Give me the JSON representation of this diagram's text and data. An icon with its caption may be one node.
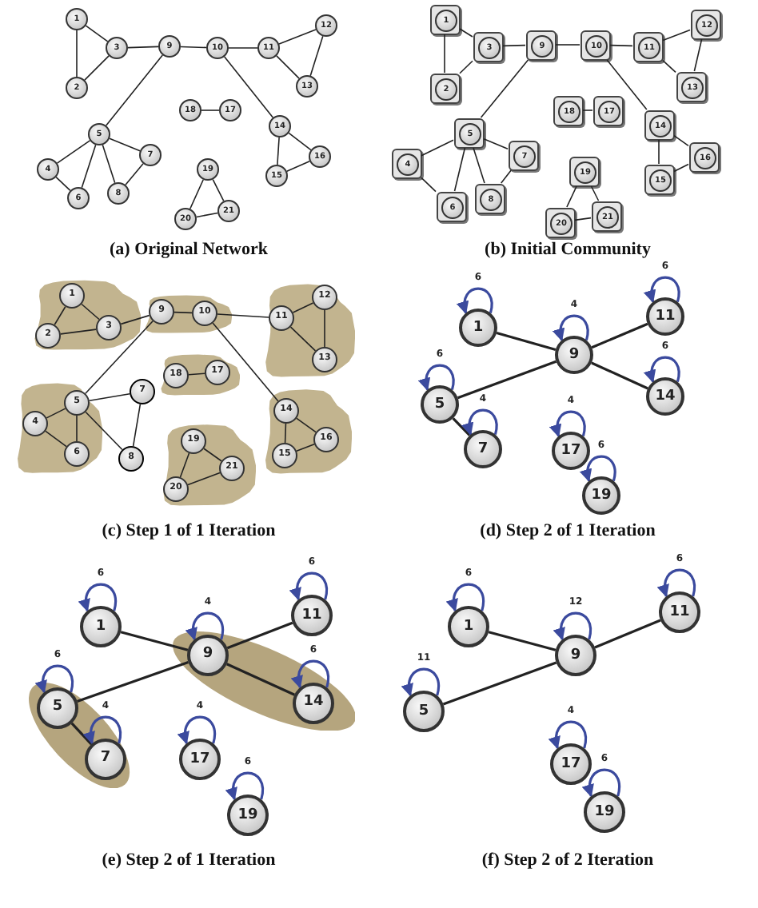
{
  "diagram": {
    "nodes": [
      {
        "text": [
          "1"
        ]
      },
      {
        "text": [
          "2"
        ]
      },
      {
        "text": [
          "3"
        ]
      },
      {
        "text": [
          "4"
        ]
      },
      {
        "text": [
          "5"
        ]
      },
      {
        "text": [
          "6"
        ]
      },
      {
        "text": [
          "7"
        ]
      },
      {
        "text": [
          "8"
        ]
      },
      {
        "text": [
          "9"
        ]
      },
      {
        "text": [
          "10"
        ]
      },
      {
        "text": [
          "11"
        ]
      },
      {
        "text": [
          "12"
        ]
      },
      {
        "text": [
          "13"
        ]
      },
      {
        "text": [
          "14"
        ]
      },
      {
        "text": [
          "15"
        ]
      },
      {
        "text": [
          "16"
        ]
      },
      {
        "text": [
          "17"
        ]
      },
      {
        "text": [
          "18"
        ]
      },
      {
        "text": [
          "19"
        ]
      },
      {
        "text": [
          "20"
        ]
      },
      {
        "text": [
          "21"
        ]
      },
      {
        "text": [],
        "shape": "box"
      },
      {
        "text": [
          "1"
        ],
        "in": 21
      },
      {
        "text": [],
        "shape": "box"
      },
      {
        "text": [
          "2"
        ],
        "in": 23
      },
      {
        "text": [],
        "shape": "box"
      },
      {
        "text": [
          "3"
        ],
        "in": 25
      },
      {
        "text": [],
        "shape": "box"
      },
      {
        "text": [
          "4"
        ],
        "in": 27
      },
      {
        "text": [],
        "shape": "box"
      },
      {
        "text": [
          "5"
        ],
        "in": 29
      },
      {
        "text": [],
        "shape": "box"
      },
      {
        "text": [
          "6"
        ],
        "in": 31
      },
      {
        "text": [],
        "shape": "box"
      },
      {
        "text": [
          "7"
        ],
        "in": 33
      },
      {
        "text": [],
        "shape": "box"
      },
      {
        "text": [
          "8"
        ],
        "in": 35
      },
      {
        "text": [],
        "shape": "box"
      },
      {
        "text": [
          "9"
        ],
        "in": 37
      },
      {
        "text": [],
        "shape": "box"
      },
      {
        "text": [
          "10"
        ],
        "in": 39
      },
      {
        "text": [],
        "shape": "box"
      },
      {
        "text": [
          "11"
        ],
        "in": 41
      },
      {
        "text": [],
        "shape": "box"
      },
      {
        "text": [
          "12"
        ],
        "in": 43
      },
      {
        "text": [],
        "shape": "box"
      },
      {
        "text": [
          "13"
        ],
        "in": 45
      },
      {
        "text": [],
        "shape": "box"
      },
      {
        "text": [
          "14"
        ],
        "in": 47
      },
      {
        "text": [],
        "shape": "box"
      },
      {
        "text": [
          "15"
        ],
        "in": 49
      },
      {
        "text": [],
        "shape": "box"
      },
      {
        "text": [
          "16"
        ],
        "in": 51
      },
      {
        "text": [],
        "shape": "box"
      },
      {
        "text": [
          "17"
        ],
        "in": 53
      },
      {
        "text": [],
        "shape": "box"
      },
      {
        "text": [
          "18"
        ],
        "in": 55
      },
      {
        "text": [],
        "shape": "box"
      },
      {
        "text": [
          "19"
        ],
        "in": 57
      },
      {
        "text": [],
        "shape": "box"
      },
      {
        "text": [
          "20"
        ],
        "in": 59
      },
      {
        "text": [],
        "shape": "box"
      },
      {
        "text": [
          "21"
        ],
        "in": 61
      },
      {
        "text": [],
        "shape": "blob"
      },
      {
        "text": [
          "1"
        ],
        "in": 63
      },
      {
        "text": [
          "2"
        ],
        "in": 63
      },
      {
        "text": [
          "3"
        ],
        "in": 63
      },
      {
        "text": [],
        "shape": "blob"
      },
      {
        "text": [
          "4"
        ],
        "in": 67
      },
      {
        "text": [
          "5"
        ],
        "in": 67
      },
      {
        "text": [
          "6"
        ],
        "in": 67
      },
      {
        "text": [
          "7"
        ]
      },
      {
        "text": [
          "8"
        ]
      },
      {
        "text": [],
        "shape": "blob"
      },
      {
        "text": [
          "9"
        ],
        "in": 73
      },
      {
        "text": [
          "10"
        ],
        "in": 73
      },
      {
        "text": [],
        "shape": "blob"
      },
      {
        "text": [
          "11"
        ],
        "in": 76
      },
      {
        "text": [
          "12"
        ],
        "in": 76
      },
      {
        "text": [
          "13"
        ],
        "in": 76
      },
      {
        "text": [],
        "shape": "blob"
      },
      {
        "text": [
          "14"
        ],
        "in": 80
      },
      {
        "text": [
          "15"
        ],
        "in": 80
      },
      {
        "text": [
          "16"
        ],
        "in": 80
      },
      {
        "text": [],
        "shape": "blob"
      },
      {
        "text": [
          "17"
        ],
        "in": 84
      },
      {
        "text": [
          "18"
        ],
        "in": 84
      },
      {
        "text": [],
        "shape": "blob"
      },
      {
        "text": [
          "19"
        ],
        "in": 87
      },
      {
        "text": [
          "20"
        ],
        "in": 87
      },
      {
        "text": [
          "21"
        ],
        "in": 87
      },
      {
        "text": [
          "1"
        ]
      },
      {
        "text": [
          "5"
        ]
      },
      {
        "text": [
          "7"
        ]
      },
      {
        "text": [
          "9"
        ]
      },
      {
        "text": [
          "11"
        ]
      },
      {
        "text": [
          "14"
        ]
      },
      {
        "text": [
          "17"
        ]
      },
      {
        "text": [
          "19"
        ]
      },
      {
        "text": [
          "1"
        ]
      },
      {
        "text": [],
        "shape": "ellipse"
      },
      {
        "text": [
          "5"
        ],
        "in": 100
      },
      {
        "text": [
          "7"
        ],
        "in": 100
      },
      {
        "text": [],
        "shape": "ellipse"
      },
      {
        "text": [
          "9"
        ],
        "in": 103
      },
      {
        "text": [
          "14"
        ],
        "in": 103
      },
      {
        "text": [
          "11"
        ]
      },
      {
        "text": [
          "17"
        ]
      },
      {
        "text": [
          "19"
        ]
      },
      {
        "text": [
          "1"
        ]
      },
      {
        "text": [
          "5"
        ]
      },
      {
        "text": [
          "9"
        ]
      },
      {
        "text": [
          "11"
        ]
      },
      {
        "text": [
          "17"
        ]
      },
      {
        "text": [
          "19"
        ]
      }
    ],
    "edges": [
      {
        "from": 0,
        "to": 1,
        "arrow": "none"
      },
      {
        "from": 0,
        "to": 2,
        "arrow": "none"
      },
      {
        "from": 1,
        "to": 2,
        "arrow": "none"
      },
      {
        "from": 2,
        "to": 8,
        "arrow": "none"
      },
      {
        "from": 8,
        "to": 9,
        "arrow": "none"
      },
      {
        "from": 9,
        "to": 10,
        "arrow": "none"
      },
      {
        "from": 10,
        "to": 11,
        "arrow": "none"
      },
      {
        "from": 10,
        "to": 12,
        "arrow": "none"
      },
      {
        "from": 11,
        "to": 12,
        "arrow": "none"
      },
      {
        "from": 9,
        "to": 13,
        "arrow": "none"
      },
      {
        "from": 13,
        "to": 14,
        "arrow": "none"
      },
      {
        "from": 13,
        "to": 15,
        "arrow": "none"
      },
      {
        "from": 14,
        "to": 15,
        "arrow": "none"
      },
      {
        "from": 8,
        "to": 4,
        "arrow": "none"
      },
      {
        "from": 4,
        "to": 3,
        "arrow": "none"
      },
      {
        "from": 4,
        "to": 5,
        "arrow": "none"
      },
      {
        "from": 3,
        "to": 5,
        "arrow": "none"
      },
      {
        "from": 4,
        "to": 6,
        "arrow": "none"
      },
      {
        "from": 4,
        "to": 7,
        "arrow": "none"
      },
      {
        "from": 6,
        "to": 7,
        "arrow": "none"
      },
      {
        "from": 17,
        "to": 16,
        "arrow": "none"
      },
      {
        "from": 18,
        "to": 19,
        "arrow": "none"
      },
      {
        "from": 18,
        "to": 20,
        "arrow": "none"
      },
      {
        "from": 19,
        "to": 20,
        "arrow": "none"
      },
      {
        "from": 21,
        "to": 23,
        "arrow": "none"
      },
      {
        "from": 21,
        "to": 25,
        "arrow": "none"
      },
      {
        "from": 23,
        "to": 25,
        "arrow": "none"
      },
      {
        "from": 25,
        "to": 37,
        "arrow": "none"
      },
      {
        "from": 37,
        "to": 39,
        "arrow": "none"
      },
      {
        "from": 39,
        "to": 41,
        "arrow": "none"
      },
      {
        "from": 41,
        "to": 43,
        "arrow": "none"
      },
      {
        "from": 41,
        "to": 45,
        "arrow": "none"
      },
      {
        "from": 43,
        "to": 45,
        "arrow": "none"
      },
      {
        "from": 39,
        "to": 47,
        "arrow": "none"
      },
      {
        "from": 47,
        "to": 49,
        "arrow": "none"
      },
      {
        "from": 47,
        "to": 51,
        "arrow": "none"
      },
      {
        "from": 49,
        "to": 51,
        "arrow": "none"
      },
      {
        "from": 37,
        "to": 29,
        "arrow": "none"
      },
      {
        "from": 29,
        "to": 27,
        "arrow": "none"
      },
      {
        "from": 29,
        "to": 31,
        "arrow": "none"
      },
      {
        "from": 27,
        "to": 31,
        "arrow": "none"
      },
      {
        "from": 29,
        "to": 33,
        "arrow": "none"
      },
      {
        "from": 29,
        "to": 35,
        "arrow": "none"
      },
      {
        "from": 33,
        "to": 35,
        "arrow": "none"
      },
      {
        "from": 55,
        "to": 53,
        "arrow": "none"
      },
      {
        "from": 57,
        "to": 59,
        "arrow": "none"
      },
      {
        "from": 57,
        "to": 61,
        "arrow": "none"
      },
      {
        "from": 59,
        "to": 61,
        "arrow": "none"
      },
      {
        "from": 64,
        "to": 65,
        "arrow": "none"
      },
      {
        "from": 64,
        "to": 66,
        "arrow": "none"
      },
      {
        "from": 65,
        "to": 66,
        "arrow": "none"
      },
      {
        "from": 66,
        "to": 74,
        "arrow": "none"
      },
      {
        "from": 74,
        "to": 75,
        "arrow": "none"
      },
      {
        "from": 75,
        "to": 77,
        "arrow": "none"
      },
      {
        "from": 77,
        "to": 78,
        "arrow": "none"
      },
      {
        "from": 77,
        "to": 79,
        "arrow": "none"
      },
      {
        "from": 78,
        "to": 79,
        "arrow": "none"
      },
      {
        "from": 75,
        "to": 81,
        "arrow": "none"
      },
      {
        "from": 81,
        "to": 82,
        "arrow": "none"
      },
      {
        "from": 81,
        "to": 83,
        "arrow": "none"
      },
      {
        "from": 82,
        "to": 83,
        "arrow": "none"
      },
      {
        "from": 74,
        "to": 69,
        "arrow": "none"
      },
      {
        "from": 69,
        "to": 68,
        "arrow": "none"
      },
      {
        "from": 69,
        "to": 70,
        "arrow": "none"
      },
      {
        "from": 68,
        "to": 70,
        "arrow": "none"
      },
      {
        "from": 69,
        "to": 71,
        "arrow": "none"
      },
      {
        "from": 69,
        "to": 72,
        "arrow": "none"
      },
      {
        "from": 71,
        "to": 72,
        "arrow": "none"
      },
      {
        "from": 86,
        "to": 85,
        "arrow": "none"
      },
      {
        "from": 88,
        "to": 89,
        "arrow": "none"
      },
      {
        "from": 88,
        "to": 90,
        "arrow": "none"
      },
      {
        "from": 89,
        "to": 90,
        "arrow": "none"
      },
      {
        "from": 91,
        "to": 94,
        "arrow": "none"
      },
      {
        "from": 94,
        "to": 95,
        "arrow": "none"
      },
      {
        "from": 94,
        "to": 92,
        "arrow": "none"
      },
      {
        "from": 94,
        "to": 96,
        "arrow": "none"
      },
      {
        "from": 92,
        "to": 93,
        "arrow": "none"
      },
      {
        "from": 91,
        "to": 91,
        "arrow": "to",
        "label": "6",
        "color": "#3b4a9e"
      },
      {
        "from": 94,
        "to": 94,
        "arrow": "to",
        "label": "4",
        "color": "#3b4a9e"
      },
      {
        "from": 95,
        "to": 95,
        "arrow": "to",
        "label": "6",
        "color": "#3b4a9e"
      },
      {
        "from": 92,
        "to": 92,
        "arrow": "to",
        "label": "6",
        "color": "#3b4a9e"
      },
      {
        "from": 96,
        "to": 96,
        "arrow": "to",
        "label": "6",
        "color": "#3b4a9e"
      },
      {
        "from": 93,
        "to": 93,
        "arrow": "to",
        "label": "4",
        "color": "#3b4a9e"
      },
      {
        "from": 97,
        "to": 97,
        "arrow": "to",
        "label": "4",
        "color": "#3b4a9e"
      },
      {
        "from": 98,
        "to": 98,
        "arrow": "to",
        "label": "6",
        "color": "#3b4a9e"
      },
      {
        "from": 99,
        "to": 104,
        "arrow": "none"
      },
      {
        "from": 104,
        "to": 106,
        "arrow": "none"
      },
      {
        "from": 104,
        "to": 101,
        "arrow": "none"
      },
      {
        "from": 104,
        "to": 105,
        "arrow": "none"
      },
      {
        "from": 101,
        "to": 102,
        "arrow": "none"
      },
      {
        "from": 99,
        "to": 99,
        "arrow": "to",
        "label": "6",
        "color": "#3b4a9e"
      },
      {
        "from": 104,
        "to": 104,
        "arrow": "to",
        "label": "4",
        "color": "#3b4a9e"
      },
      {
        "from": 106,
        "to": 106,
        "arrow": "to",
        "label": "6",
        "color": "#3b4a9e"
      },
      {
        "from": 101,
        "to": 101,
        "arrow": "to",
        "label": "6",
        "color": "#3b4a9e"
      },
      {
        "from": 105,
        "to": 105,
        "arrow": "to",
        "label": "6",
        "color": "#3b4a9e"
      },
      {
        "from": 102,
        "to": 102,
        "arrow": "to",
        "label": "4",
        "color": "#3b4a9e"
      },
      {
        "from": 107,
        "to": 107,
        "arrow": "to",
        "label": "4",
        "color": "#3b4a9e"
      },
      {
        "from": 108,
        "to": 108,
        "arrow": "to",
        "label": "6",
        "color": "#3b4a9e"
      },
      {
        "from": 109,
        "to": 111,
        "arrow": "none"
      },
      {
        "from": 111,
        "to": 112,
        "arrow": "none"
      },
      {
        "from": 111,
        "to": 110,
        "arrow": "none"
      },
      {
        "from": 109,
        "to": 109,
        "arrow": "to",
        "label": "6",
        "color": "#3b4a9e"
      },
      {
        "from": 111,
        "to": 111,
        "arrow": "to",
        "label": "12",
        "color": "#3b4a9e"
      },
      {
        "from": 112,
        "to": 112,
        "arrow": "to",
        "label": "6",
        "color": "#3b4a9e"
      },
      {
        "from": 110,
        "to": 110,
        "arrow": "to",
        "label": "11",
        "color": "#3b4a9e"
      },
      {
        "from": 113,
        "to": 113,
        "arrow": "to",
        "label": "4",
        "color": "#3b4a9e"
      },
      {
        "from": 114,
        "to": 114,
        "arrow": "to",
        "label": "6",
        "color": "#3b4a9e"
      }
    ],
    "labels": [
      "(a)  Original Network",
      "(b)  Initial Community",
      "(c)  Step 1 of 1 Iteration",
      "(d)  Step 2 of 1 Iteration",
      "(e)  Step 2 of 1 Iteration",
      "(f)  Step 2 of 2 Iteration"
    ]
  }
}
